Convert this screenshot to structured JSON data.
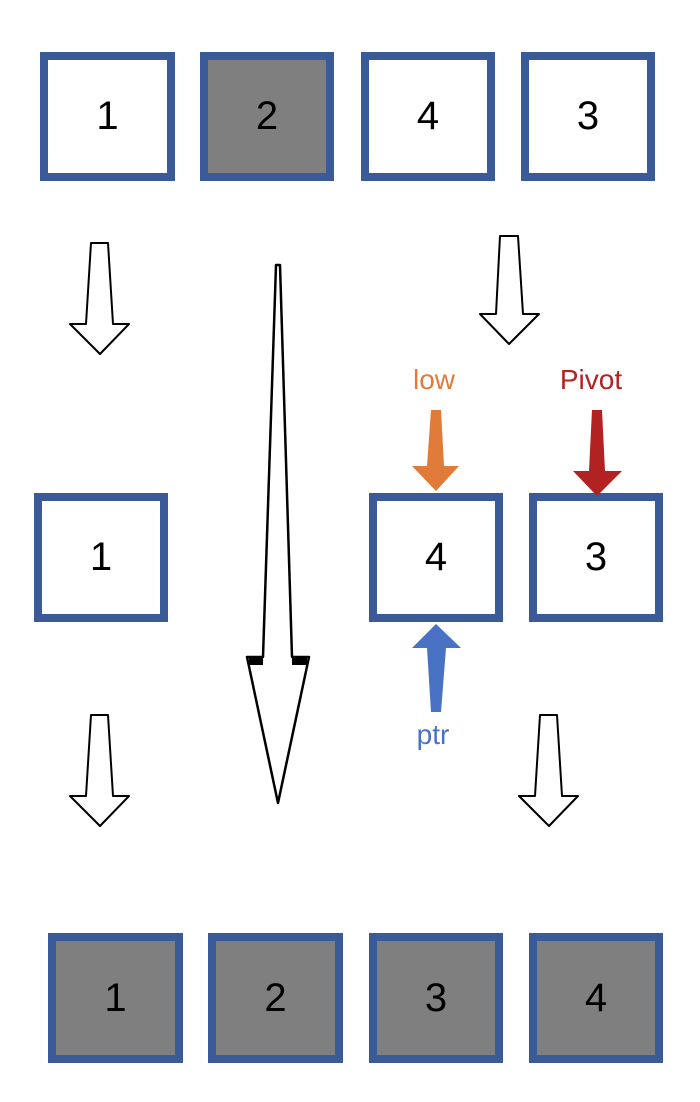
{
  "diagram": {
    "top_row": [
      {
        "value": "1",
        "state": "unsorted"
      },
      {
        "value": "2",
        "state": "sorted"
      },
      {
        "value": "4",
        "state": "unsorted"
      },
      {
        "value": "3",
        "state": "unsorted"
      }
    ],
    "middle_row": [
      {
        "value": "1",
        "state": "unsorted"
      },
      {
        "value": "4",
        "state": "unsorted"
      },
      {
        "value": "3",
        "state": "unsorted"
      }
    ],
    "bottom_row": [
      {
        "value": "1",
        "state": "sorted"
      },
      {
        "value": "2",
        "state": "sorted"
      },
      {
        "value": "3",
        "state": "sorted"
      },
      {
        "value": "4",
        "state": "sorted"
      }
    ],
    "labels": {
      "low": "low",
      "pivot": "Pivot",
      "ptr": "ptr"
    },
    "colors": {
      "box_border": "#3a5a98",
      "sorted_fill": "#7f7f7f",
      "unsorted_fill": "#ffffff",
      "low": "#e07b39",
      "pivot": "#b22222",
      "ptr": "#4a72c4"
    }
  }
}
